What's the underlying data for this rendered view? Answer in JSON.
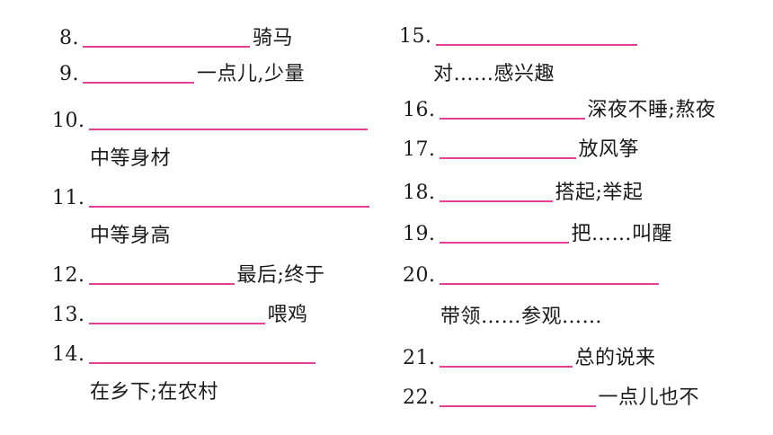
{
  "accent_color": "#e0409a",
  "items": [
    {
      "num": "8.",
      "meaning": "骑马"
    },
    {
      "num": "9.",
      "meaning": "一点儿,少量"
    },
    {
      "num": "10.",
      "meaning": "中等身材"
    },
    {
      "num": "11.",
      "meaning": "中等身高"
    },
    {
      "num": "12.",
      "meaning": "最后;终于"
    },
    {
      "num": "13.",
      "meaning": "喂鸡"
    },
    {
      "num": "14.",
      "meaning": "在乡下;在农村"
    },
    {
      "num": "15.",
      "meaning": "对……感兴趣"
    },
    {
      "num": "16.",
      "meaning": "深夜不睡;熬夜"
    },
    {
      "num": "17.",
      "meaning": "放风筝"
    },
    {
      "num": "18.",
      "meaning": "搭起;举起"
    },
    {
      "num": "19.",
      "meaning": "把……叫醒"
    },
    {
      "num": "20.",
      "meaning": "带领……参观……"
    },
    {
      "num": "21.",
      "meaning": "总的说来"
    },
    {
      "num": "22.",
      "meaning": "一点儿也不"
    }
  ]
}
